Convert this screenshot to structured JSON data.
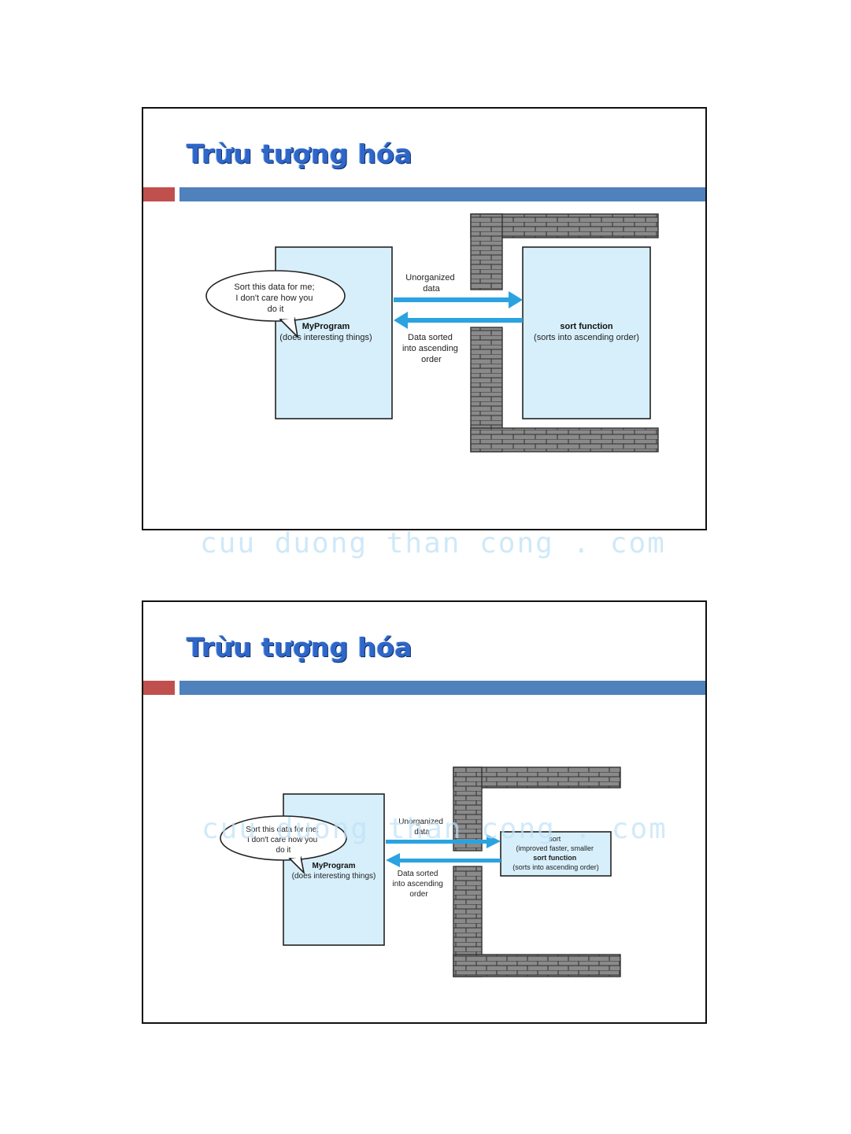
{
  "watermark": "cuu duong than cong . com",
  "slides": [
    {
      "title": "Trừu tượng hóa",
      "bubble": [
        "Sort this data for me;",
        "I don't care how you",
        "do it"
      ],
      "program": {
        "name": "MyProgram",
        "desc": "(does interesting things)"
      },
      "to_label": [
        "Unorganized",
        "data"
      ],
      "back_label": [
        "Data sorted",
        "into ascending",
        "order"
      ],
      "sort_box": [
        "sort function",
        "(sorts into ascending order)"
      ]
    },
    {
      "title": "Trừu tượng hóa",
      "bubble": [
        "Sort this data for me;",
        "I don't care how you",
        "do it"
      ],
      "program": {
        "name": "MyProgram",
        "desc": "(does interesting things)"
      },
      "to_label": [
        "Unorganized",
        "data"
      ],
      "back_label": [
        "Data sorted",
        "into ascending",
        "order"
      ],
      "sort_box": [
        "sort",
        "(improved faster, smaller",
        "sort function",
        "(sorts into ascending order)"
      ]
    }
  ],
  "colors": {
    "title": "#2f66c8",
    "accent_red": "#c0504d",
    "accent_blue": "#4f81bd",
    "arrow": "#2aa3e0",
    "box": "#d7effb",
    "brick": "#8a8a8a"
  }
}
